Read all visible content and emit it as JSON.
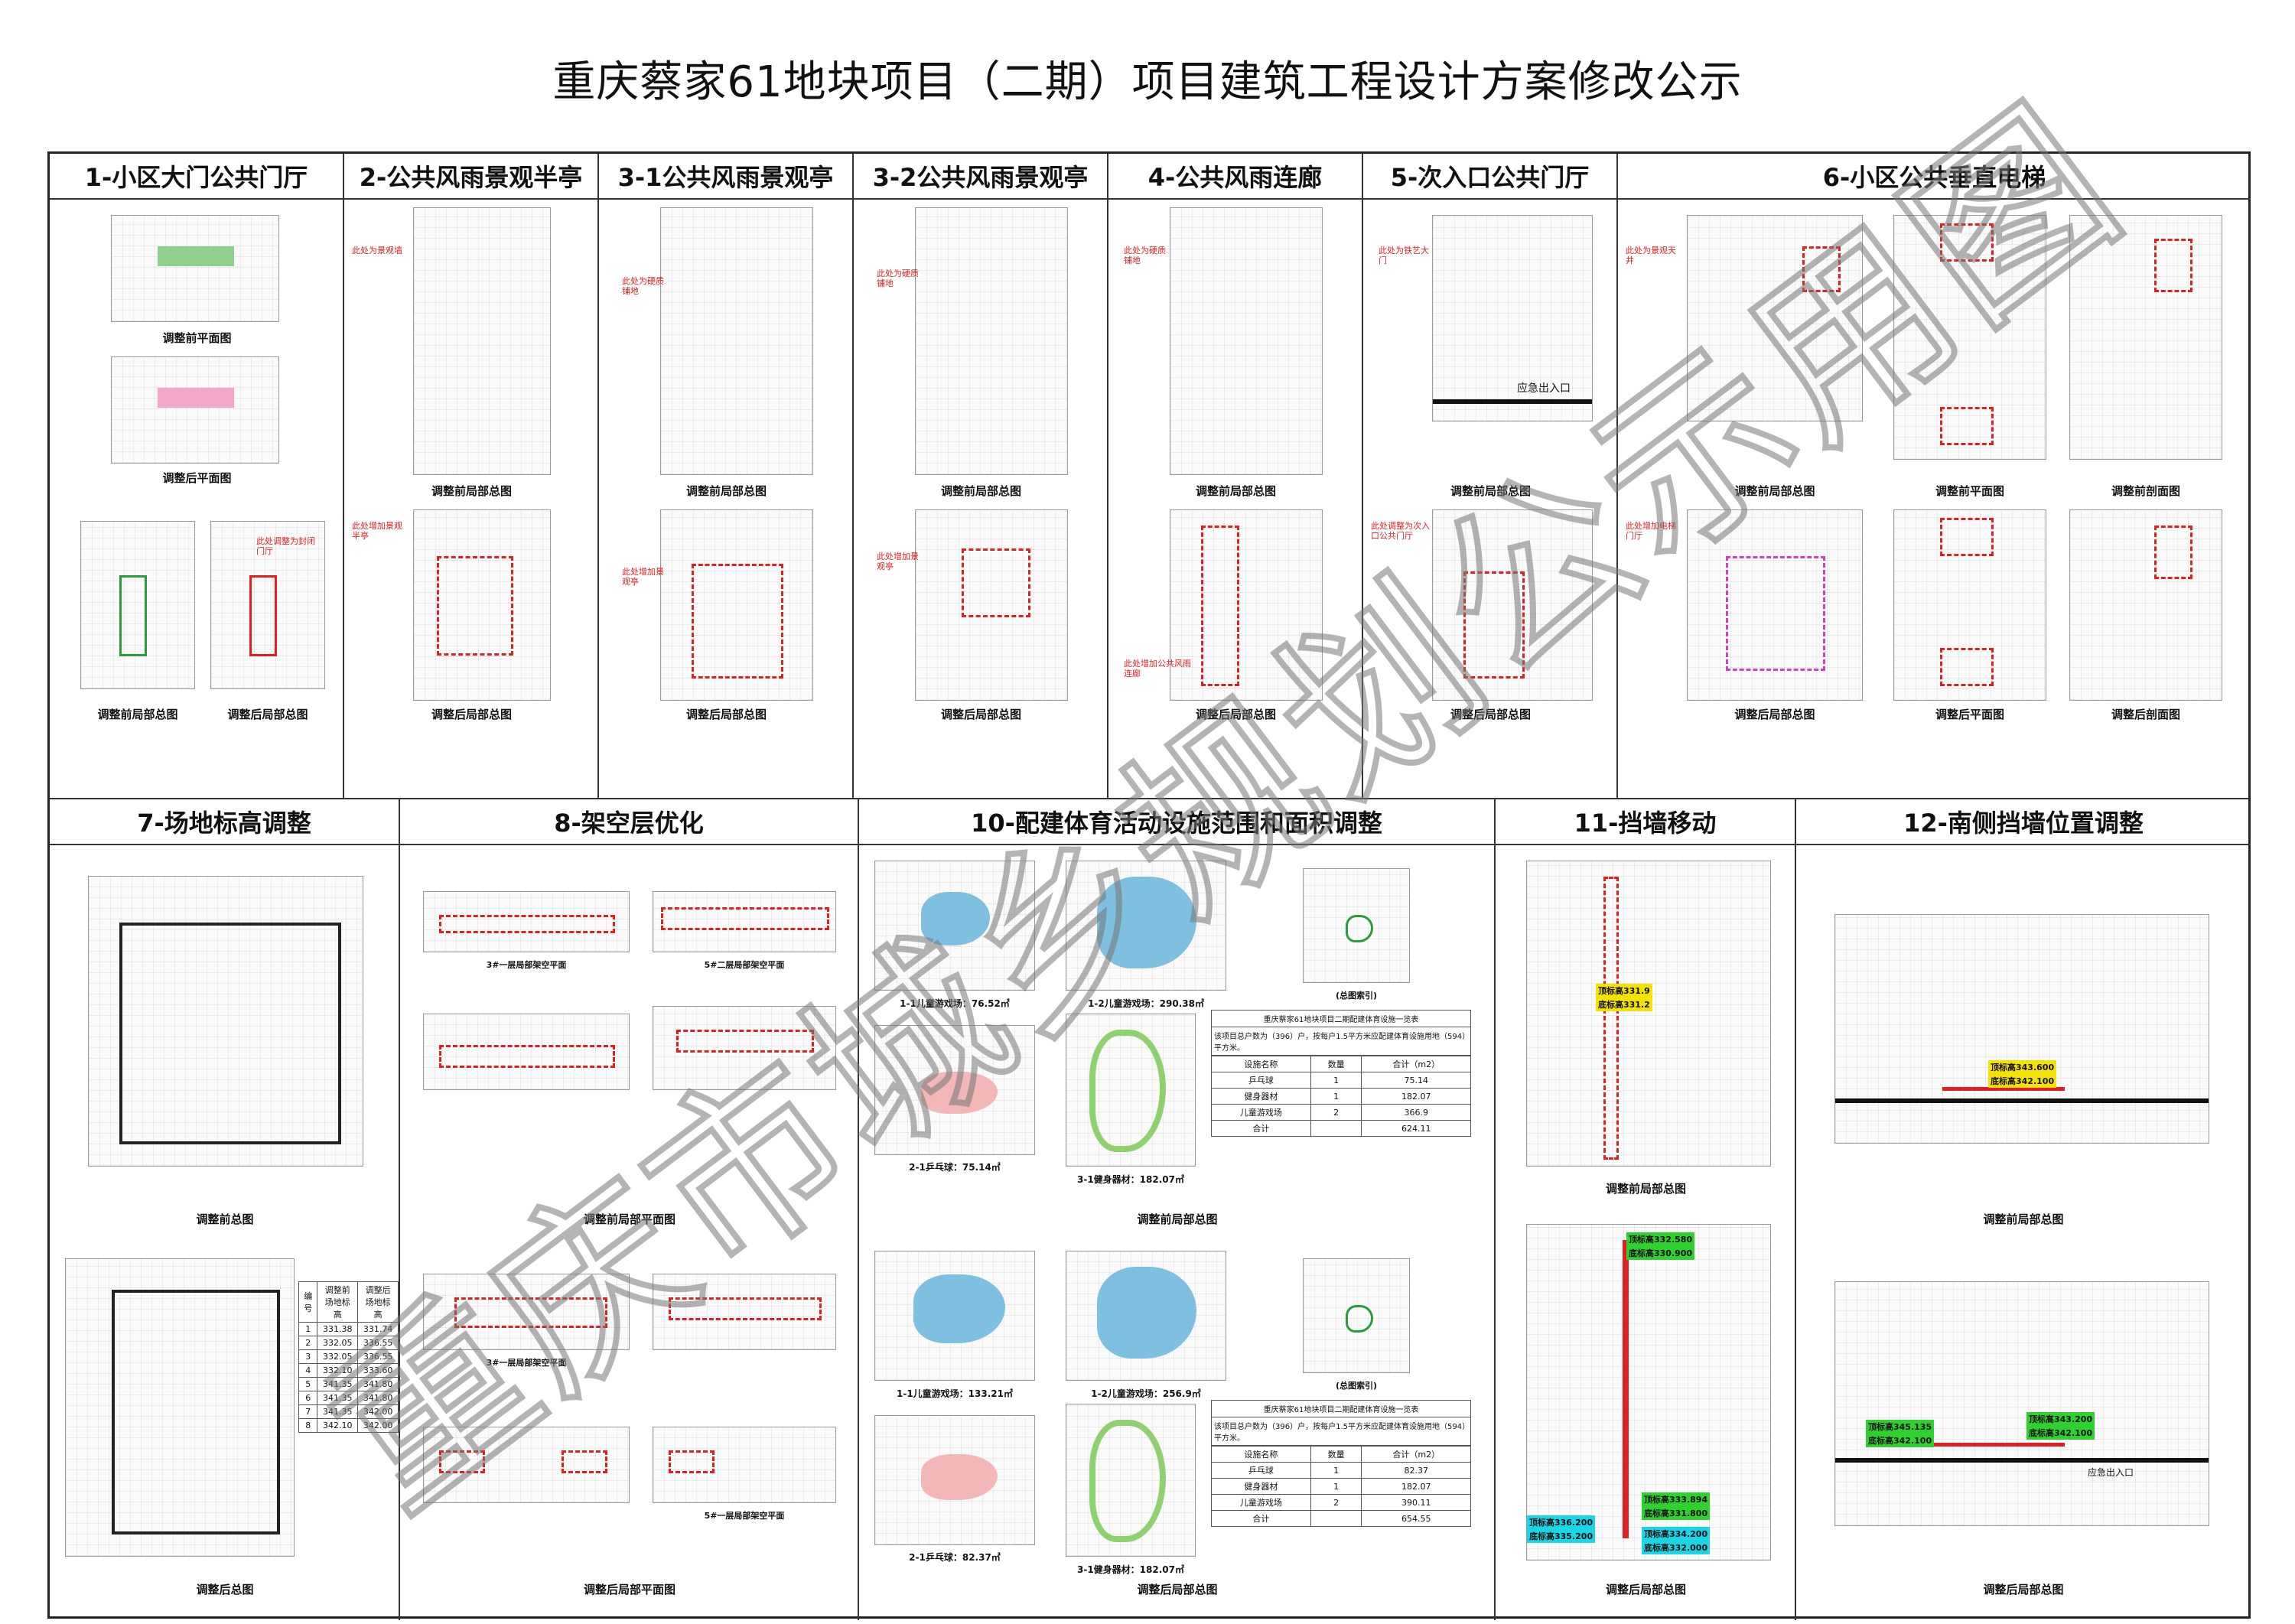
{
  "title": "重庆蔡家61地块项目（二期）项目建筑工程设计方案修改公示",
  "watermark": "重庆市城乡规划公示用图",
  "colors": {
    "highlight": "#e02020",
    "green": "#2a9d3a",
    "yellow": "#f4e200",
    "cyan": "#19d6e6",
    "blue_area": "#7fbfe0",
    "pink_area": "#f2b7b7"
  },
  "sections_row1": [
    {
      "title": "1-小区大门公共门厅",
      "captions": [
        "调整前平面图",
        "调整后平面图",
        "调整前局部总图",
        "调整后局部总图"
      ],
      "notes": [
        "此处调整为封闭门厅"
      ]
    },
    {
      "title": "2-公共风雨景观半亭",
      "captions": [
        "调整前局部总图",
        "调整后局部总图"
      ],
      "notes": [
        "此处为景观墙",
        "此处增加景观半亭"
      ]
    },
    {
      "title": "3-1公共风雨景观亭",
      "captions": [
        "调整前局部总图",
        "调整后局部总图"
      ],
      "notes": [
        "此处为硬质铺地",
        "此处增加景观亭"
      ]
    },
    {
      "title": "3-2公共风雨景观亭",
      "captions": [
        "调整前局部总图",
        "调整后局部总图"
      ],
      "notes": [
        "此处为硬质铺地",
        "此处增加景观亭"
      ]
    },
    {
      "title": "4-公共风雨连廊",
      "captions": [
        "调整前局部总图",
        "调整后局部总图"
      ],
      "notes": [
        "此处为硬质铺地",
        "此处增加公共风雨连廊"
      ]
    },
    {
      "title": "5-次入口公共门厅",
      "captions": [
        "调整前局部总图",
        "调整后局部总图"
      ],
      "notes": [
        "此处为铁艺大门",
        "此处调整为次入口公共门厅"
      ],
      "labels": [
        "应急出入口"
      ]
    },
    {
      "title": "6-小区公共垂直电梯",
      "captions": [
        "调整前平面图",
        "调整前剖面图",
        "调整后平面图",
        "调整后剖面图",
        "调整前局部总图",
        "调整后局部总图"
      ],
      "notes": [
        "此处为景观天井",
        "此处增加电梯门厅"
      ]
    }
  ],
  "sections_row2": [
    {
      "title": "7-场地标高调整",
      "captions": [
        "调整前总图",
        "调整后总图"
      ],
      "elev_table": {
        "headers": [
          "编号",
          "调整前场地标高",
          "调整后场地标高"
        ],
        "rows": [
          [
            "1",
            "331.38",
            "331.74"
          ],
          [
            "2",
            "332.05",
            "336.55"
          ],
          [
            "3",
            "332.05",
            "336.55"
          ],
          [
            "4",
            "332.10",
            "333.60"
          ],
          [
            "5",
            "341.35",
            "341.80"
          ],
          [
            "6",
            "341.35",
            "341.80"
          ],
          [
            "7",
            "341.35",
            "342.00"
          ],
          [
            "8",
            "342.10",
            "342.00"
          ]
        ]
      }
    },
    {
      "title": "8-架空层优化",
      "captions": [
        "调整前局部平面图",
        "调整后局部平面图"
      ],
      "plan_labels": [
        "3#一层局部架空平面",
        "5#二层局部架空平面",
        "3#一层局部架空平面",
        "5#一层局部架空平面"
      ]
    },
    {
      "title": "10-配建体育活动设施范围和面积调整",
      "captions": [
        "调整前局部总图",
        "调整后局部总图"
      ],
      "before": {
        "areas": [
          "1-1儿童游戏场：76.52㎡",
          "1-2儿童游戏场：290.38㎡",
          "2-1乒乓球：75.14㎡",
          "3-1健身器材：182.07㎡"
        ],
        "key_plan": "(总图索引)"
      },
      "after": {
        "areas": [
          "1-1儿童游戏场：133.21㎡",
          "1-2儿童游戏场：256.9㎡",
          "2-1乒乓球：82.37㎡",
          "3-1健身器材：182.07㎡"
        ],
        "key_plan": "(总图索引)"
      },
      "table_title": "重庆蔡家61地块项目二期配建体育设施一览表",
      "table_desc": "该项目总户数为（396）户，按每户1.5平方米应配建体育设施用地（594）平方米。",
      "table_headers": [
        "设施名称",
        "数量",
        "合计（m2）"
      ],
      "table_before": [
        [
          "乒乓球",
          "1",
          "75.14"
        ],
        [
          "健身器材",
          "1",
          "182.07"
        ],
        [
          "儿童游戏场",
          "2",
          "366.9"
        ],
        [
          "合计",
          "",
          "624.11"
        ]
      ],
      "table_after": [
        [
          "乒乓球",
          "1",
          "82.37"
        ],
        [
          "健身器材",
          "1",
          "182.07"
        ],
        [
          "儿童游戏场",
          "2",
          "390.11"
        ],
        [
          "合计",
          "",
          "654.55"
        ]
      ]
    },
    {
      "title": "11-挡墙移动",
      "captions": [
        "调整前局部总图",
        "调整后局部总图"
      ],
      "tags_before": [
        "顶标高331.9",
        "底标高331.2"
      ],
      "tags_after": [
        "顶标高332.580",
        "底标高330.900",
        "顶标高333.894",
        "底标高331.800",
        "顶标高336.200",
        "底标高335.200",
        "顶标高334.200",
        "底标高332.000"
      ]
    },
    {
      "title": "12-南侧挡墙位置调整",
      "captions": [
        "调整前局部总图",
        "调整后局部总图"
      ],
      "tags_before": [
        "顶标高343.600",
        "底标高342.100"
      ],
      "tags_after": [
        "顶标高345.135",
        "底标高342.100",
        "顶标高343.200",
        "底标高342.100"
      ],
      "labels": [
        "应急出入口"
      ]
    }
  ]
}
